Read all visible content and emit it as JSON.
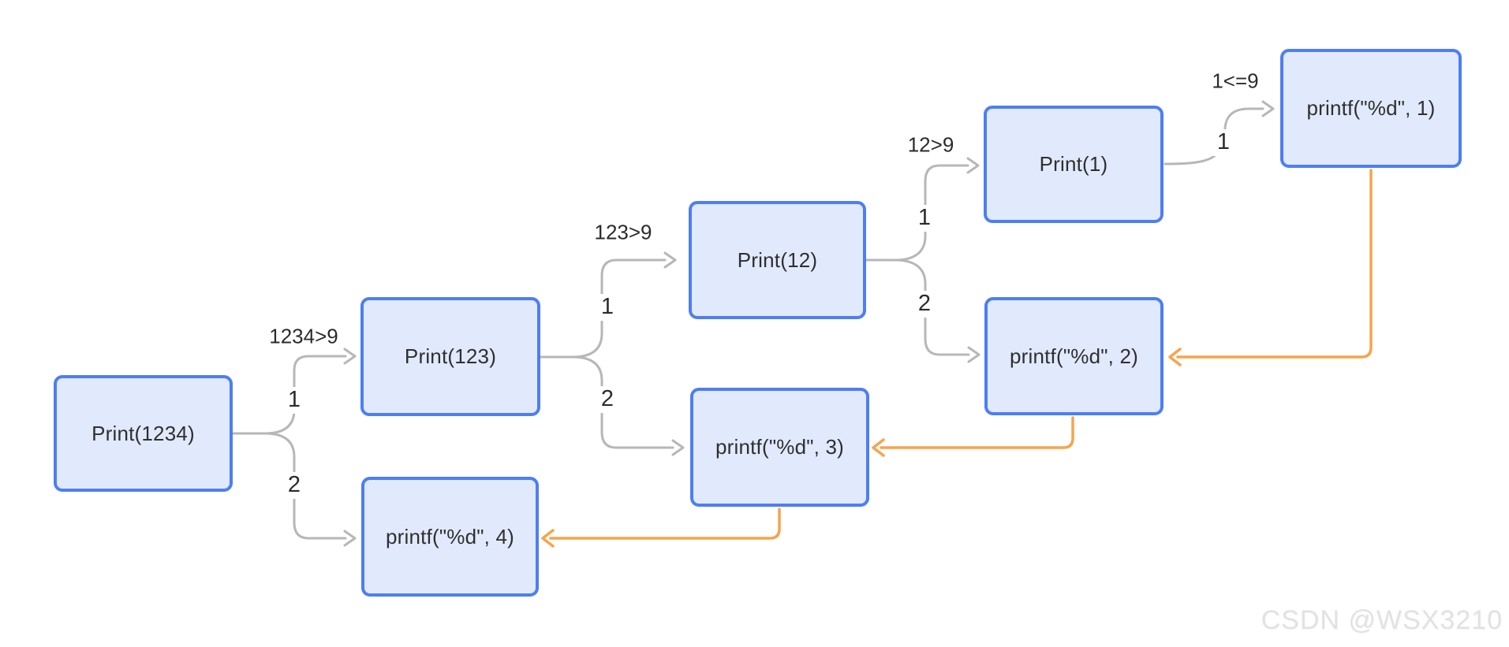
{
  "diagram": {
    "type": "flowchart",
    "description": "Recursive trace of Print() printing the digits of 1234",
    "nodes": {
      "print1234": {
        "label": "Print(1234)"
      },
      "print123": {
        "label": "Print(123)"
      },
      "print12": {
        "label": "Print(12)"
      },
      "print1": {
        "label": "Print(1)"
      },
      "printf1": {
        "label": "printf(\"%d\", 1)"
      },
      "printf2": {
        "label": "printf(\"%d\", 2)"
      },
      "printf3": {
        "label": "printf(\"%d\", 3)"
      },
      "printf4": {
        "label": "printf(\"%d\", 4)"
      }
    },
    "edges": {
      "fork1234": {
        "condition": "1234>9",
        "branch1": "1",
        "branch2": "2"
      },
      "fork123": {
        "condition": "123>9",
        "branch1": "1",
        "branch2": "2"
      },
      "fork12": {
        "condition": "12>9",
        "branch1": "1",
        "branch2": "2"
      },
      "print1_out": {
        "condition": "1<=9",
        "value": "1"
      }
    },
    "colors": {
      "node_border": "#4d7ef3",
      "node_fill": "#e1e9fc",
      "edge_gray": "#b7b7b7",
      "edge_orange": "#f6a44b",
      "text": "#2f2f2f"
    }
  },
  "watermark": "CSDN @WSX3210"
}
